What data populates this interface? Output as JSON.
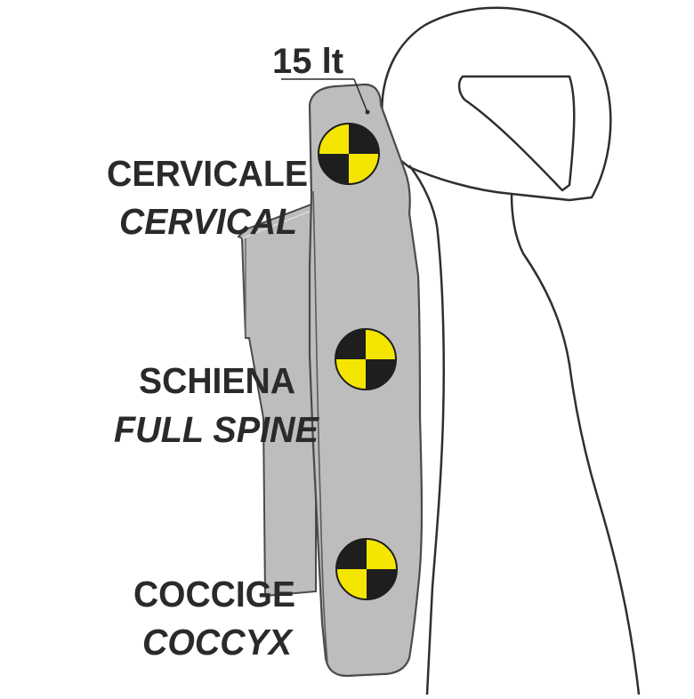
{
  "diagram": {
    "volume_label": "15 lt",
    "labels": {
      "cervical_it": "CERVICALE",
      "cervical_en": "CERVICAL",
      "spine_it": "SCHIENA",
      "spine_en": "FULL SPINE",
      "coccyx_it": "COCCIGE",
      "coccyx_en": "COCCYX"
    },
    "colors": {
      "protector_gray": "#bdbdbd",
      "outline": "#4a4a4a",
      "marker_yellow": "#f4e600",
      "marker_black": "#1e1e1e",
      "text": "#2a2a2a"
    }
  }
}
